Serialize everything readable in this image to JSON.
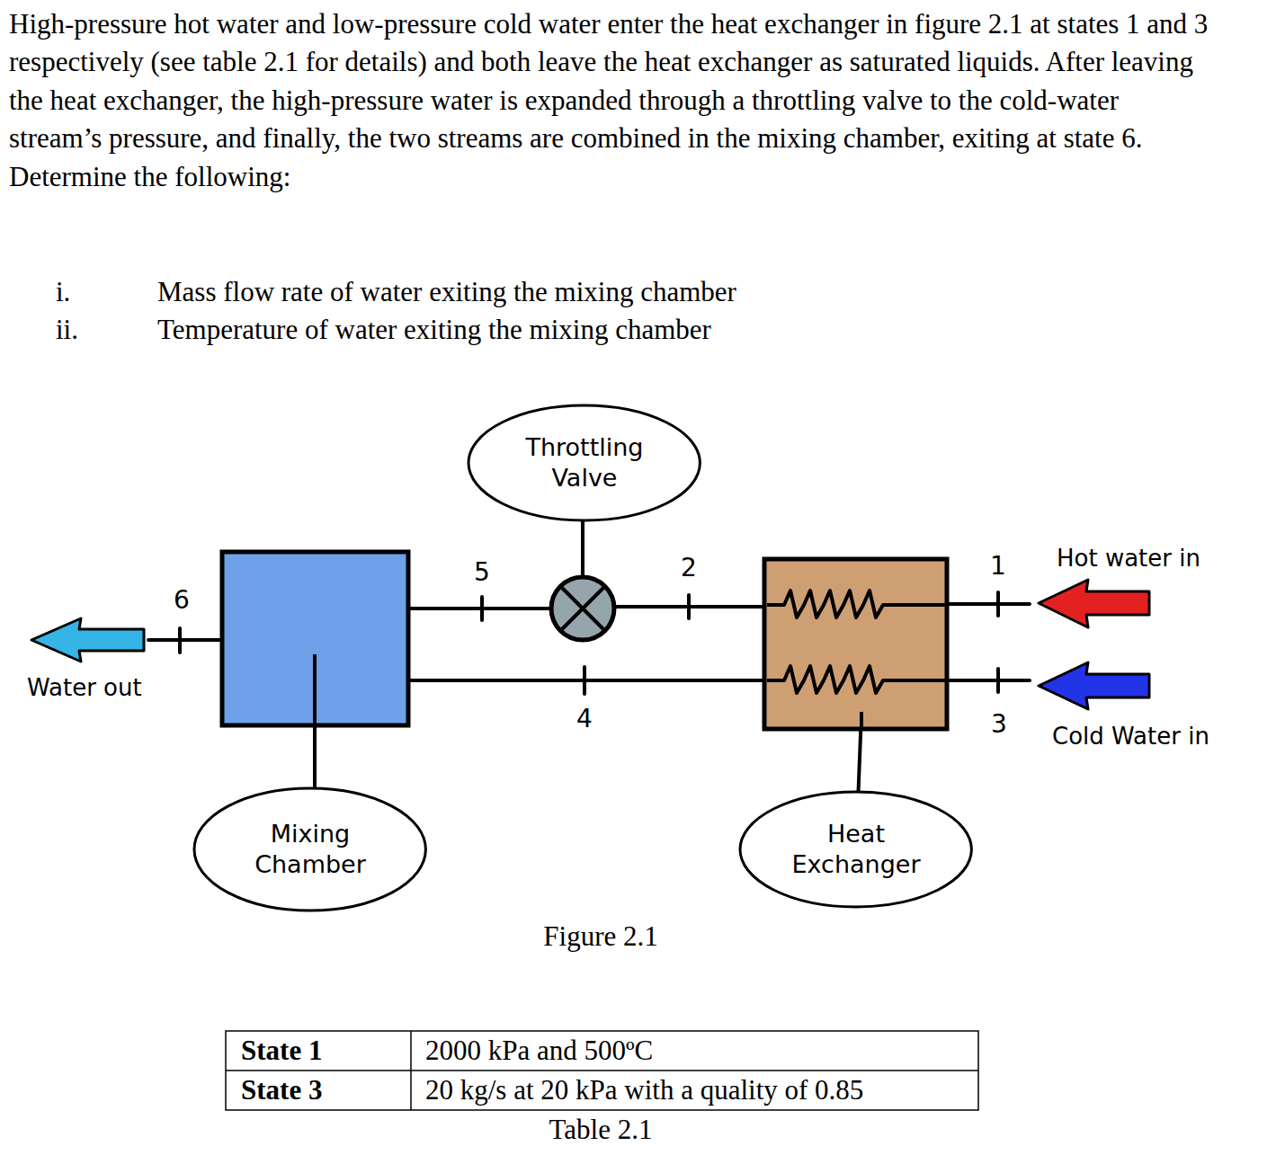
{
  "diagram": {
    "caption": "Figure 2.1",
    "nodes": [
      {
        "text": [
          "Throttling Valve"
        ]
      },
      {
        "text": [
          "Mixing Chamber"
        ]
      },
      {
        "text": [
          "Heat Exchanger"
        ]
      }
    ],
    "labels": [
      "High-pressure hot water and low-pressure cold water enter the heat exchanger in figure 2.1 at states 1 and 3 respectively (see table 2.1 for details) and both leave the heat exchanger as saturated liquids. After leaving the heat exchanger, the high-pressure water is expanded through a throttling valve to the cold-water stream’s pressure, and finally, the two streams are combined in the mixing chamber, exiting at state 6. Determine the following:",
      "i.",
      "Mass flow rate of water exiting the mixing chamber",
      "ii.",
      "Temperature of water exiting the mixing chamber",
      "6",
      "5",
      "2",
      "1",
      "Hot water in",
      "Water out",
      "4",
      "3",
      "Cold Water in",
      "State 1",
      "2000 kPa and 500ºC",
      "State 3",
      "20 kg/s at 20 kPa with a quality of 0.85",
      "Table 2.1"
    ]
  }
}
